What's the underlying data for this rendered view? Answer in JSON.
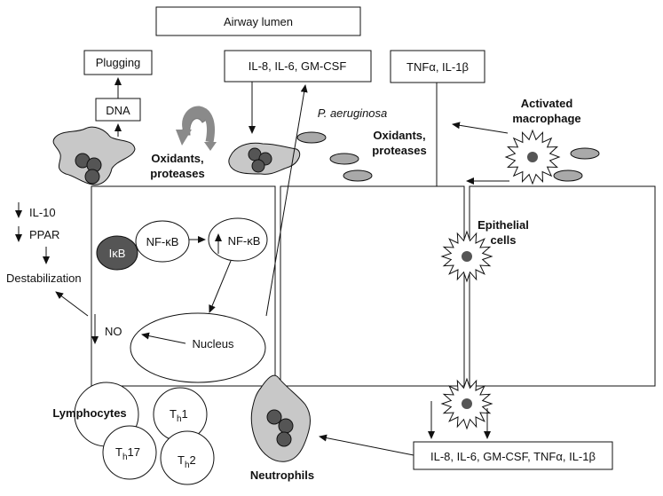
{
  "labels": {
    "airway_lumen": "Airway lumen",
    "plugging": "Plugging",
    "dna": "DNA",
    "cytokines_top": "IL-8, IL-6, GM-CSF",
    "tnf_top": "TNFα, IL-1β",
    "p_aeruginosa": "P. aeruginosa",
    "activated_macrophage_1": "Activated",
    "activated_macrophage_2": "macrophage",
    "oxidants_left_1": "Oxidants,",
    "oxidants_left_2": "proteases",
    "oxidants_right_1": "Oxidants,",
    "oxidants_right_2": "proteases",
    "il10": "IL-10",
    "ppar": "PPAR",
    "destabilization": "Destabilization",
    "ikb": "IκB",
    "nfkb_1": "NF-κB",
    "nfkb_2": "NF-κB",
    "no": "NO",
    "nucleus": "Nucleus",
    "epithelial_1": "Epithelial",
    "epithelial_2": "cells",
    "lymphocytes": "Lymphocytes",
    "th1": "T",
    "th1_sub": "h",
    "th1_num": "1",
    "th17": "T",
    "th17_sub": "h",
    "th17_num": "17",
    "th2": "T",
    "th2_sub": "h",
    "th2_num": "2",
    "neutrophils": "Neutrophils",
    "cytokines_bottom": "IL-8, IL-6, GM-CSF, TNFα, IL-1β"
  },
  "colors": {
    "cell_fill": "#c8c8c8",
    "nucleus_fill": "#555555",
    "bacteria_fill": "#a9a9a9",
    "ikb_fill": "#555555",
    "curved_arrow": "#8a8a8a",
    "line": "#111111"
  }
}
